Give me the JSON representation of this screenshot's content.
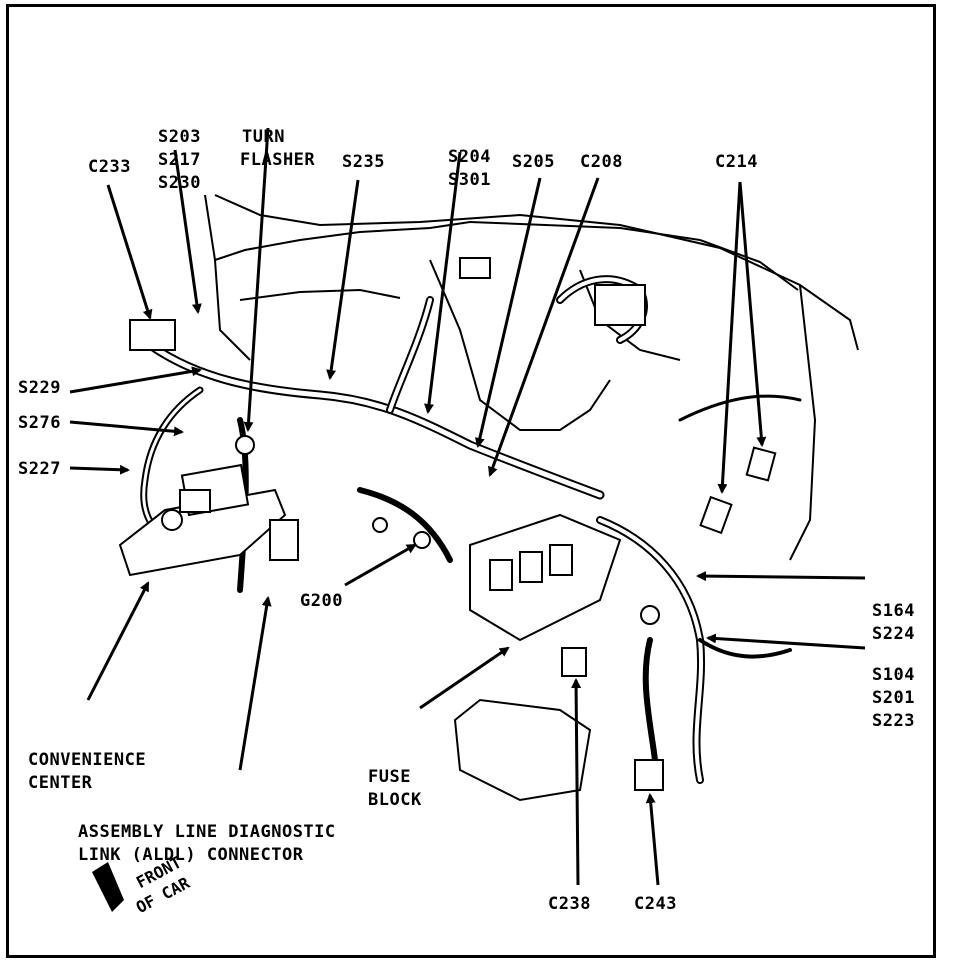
{
  "labels": {
    "c233": "C233",
    "s203": "S203",
    "s217": "S217",
    "s230": "S230",
    "turn_flasher_1": "TURN",
    "turn_flasher_2": "FLASHER",
    "s235": "S235",
    "s204": "S204",
    "s301": "S301",
    "s205": "S205",
    "c208": "C208",
    "c214": "C214",
    "s229": "S229",
    "s276": "S276",
    "s227": "S227",
    "g200": "G200",
    "s164": "S164",
    "s224": "S224",
    "s104": "S104",
    "s201": "S201",
    "s223": "S223",
    "convenience_1": "CONVENIENCE",
    "convenience_2": "CENTER",
    "fuse_1": "FUSE",
    "fuse_2": "BLOCK",
    "aldl_1": "ASSEMBLY LINE DIAGNOSTIC",
    "aldl_2": "LINK (ALDL) CONNECTOR",
    "c238": "C238",
    "c243": "C243",
    "front_1": "FRONT",
    "front_2": "OF CAR"
  }
}
